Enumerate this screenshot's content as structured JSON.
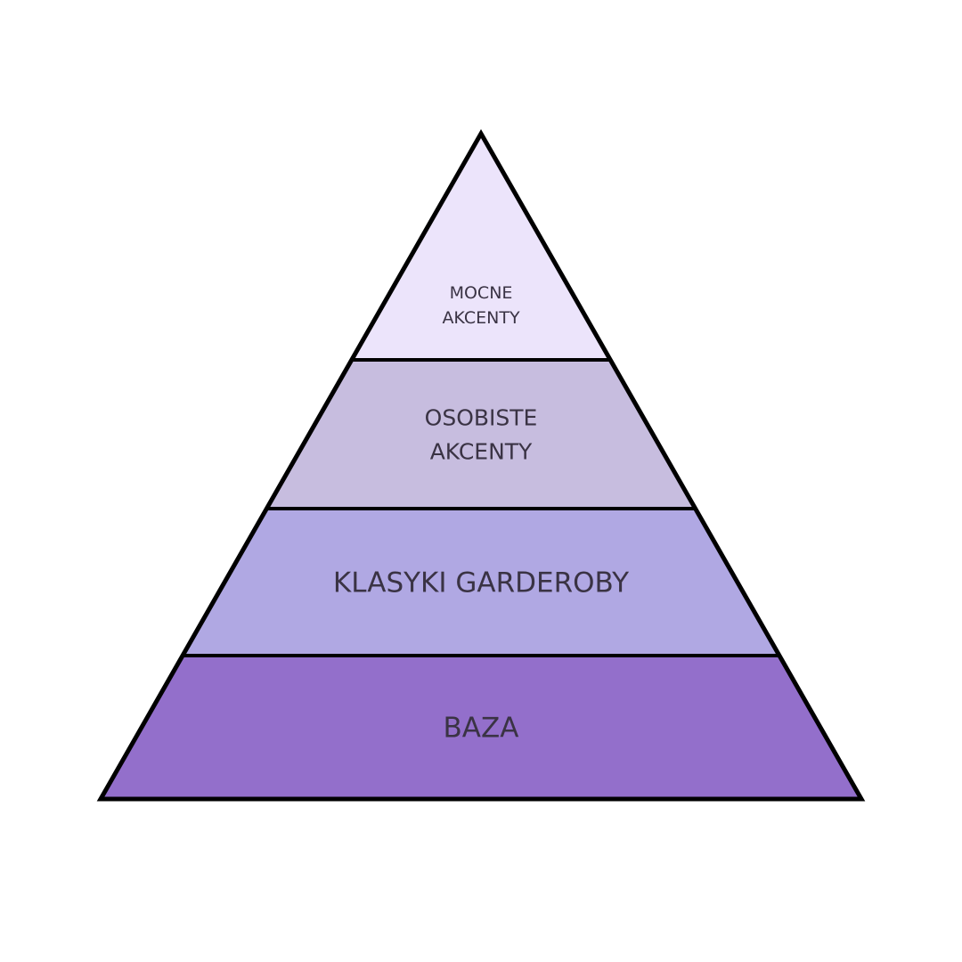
{
  "diagram": {
    "type": "pyramid",
    "levels": [
      {
        "lines": [
          "MOCNE",
          "AKCENTY"
        ],
        "color": "#ece4fb"
      },
      {
        "lines": [
          "OSOBISTE",
          "AKCENTY"
        ],
        "color": "#c7bddf"
      },
      {
        "lines": [
          "KLASYKI GARDEROBY"
        ],
        "color": "#b0a8e3"
      },
      {
        "lines": [
          "BAZA"
        ],
        "color": "#936fcb"
      }
    ],
    "outline_color": "#000000"
  }
}
